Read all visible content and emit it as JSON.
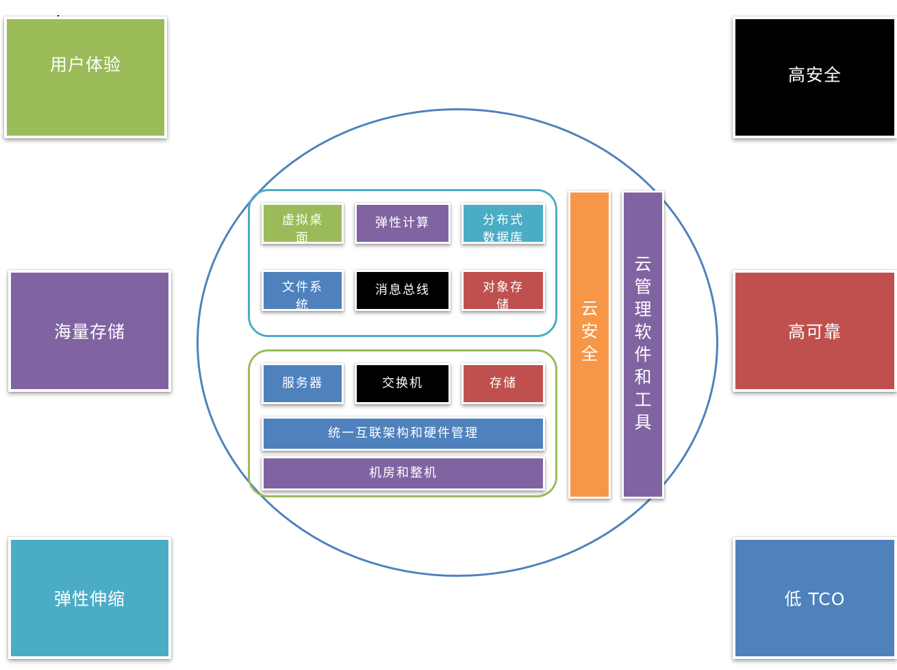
{
  "colors": {
    "green": "#9bbb59",
    "purple": "#8064a2",
    "teal": "#4bacc6",
    "blue": "#4f81bd",
    "red": "#c0504d",
    "black": "#000000",
    "orange": "#f79646"
  },
  "qualities": {
    "user_experience": "用户体验",
    "mass_storage": "海量存储",
    "elastic_scaling": "弹性伸缩",
    "high_security": "高安全",
    "high_reliability": "高可靠",
    "low_tco": "低 TCO"
  },
  "services": {
    "virtual_desktop": "虚拟桌面",
    "elastic_compute": "弹性计算",
    "distributed_db": "分布式数据库",
    "file_system": "文件系统",
    "message_bus": "消息总线",
    "object_storage": "对象存储"
  },
  "infrastructure": {
    "server": "服务器",
    "switch": "交换机",
    "storage": "存储",
    "interconnect": "统一互联架构和硬件管理",
    "datacenter": "机房和整机"
  },
  "pillars": {
    "cloud_security": "云安全",
    "cloud_management": "云管理软件和工具"
  }
}
